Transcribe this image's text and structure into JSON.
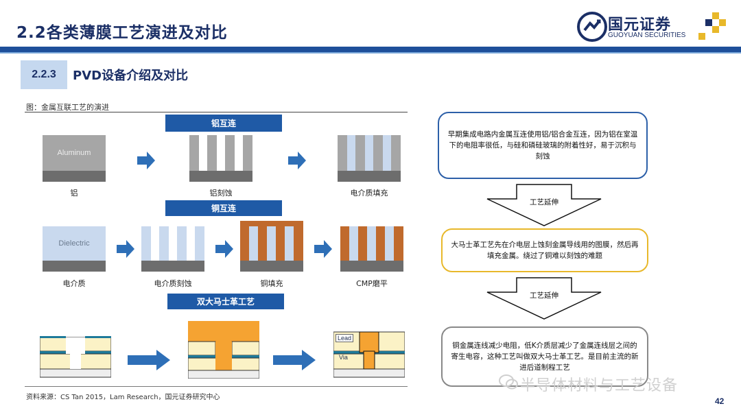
{
  "header": {
    "title": "2.2各类薄膜工艺演进及对比",
    "logo_name": "国元证券",
    "logo_en": "GUOYUAN SECURITIES"
  },
  "section": {
    "number": "2.2.3",
    "title": "PVD设备介绍及对比"
  },
  "figure": {
    "caption": "图：金属互联工艺的演进",
    "row1": {
      "label": "铝互连",
      "steps": [
        "铝",
        "铝刻蚀",
        "电介质填充"
      ],
      "block_text": "Aluminum"
    },
    "row2": {
      "label": "铜互连",
      "steps": [
        "电介质",
        "电介质刻蚀",
        "铜填充",
        "CMP磨平"
      ],
      "block_text": "Dielectric"
    },
    "row3": {
      "label": "双大马士革工艺",
      "annotations": [
        "Lead",
        "Via"
      ]
    }
  },
  "notes": {
    "note1": "早期集成电路内金属互连使用铝/铝合金互连，因为铝在室温下的电阻率很低，与硅和磷硅玻璃的附着性好，易于沉积与刻蚀",
    "arrow1": "工艺延伸",
    "note2": "大马士革工艺先在介电层上蚀刻金属导线用的图膜，然后再填充金属。绕过了铜难以刻蚀的难题",
    "arrow2": "工艺延伸",
    "note3": "铜金属连线减少电阻，低K介质层减少了金属连线层之间的寄生电容，这种工艺叫做双大马士革工艺。是目前主流的新进后道制程工艺"
  },
  "footer": {
    "source": "资料来源：CS Tan 2015，Lam Research，国元证券研究中心",
    "page": "42",
    "watermark": "半导体材料与工艺设备"
  },
  "colors": {
    "brand": "#1e4f9a",
    "dielectric": "#c9d9ee",
    "metal_gray": "#a6a6a6",
    "substrate": "#6d6d6d",
    "copper": "#c06a2d",
    "copper_fill": "#f0a030",
    "note1_border": "#2c5fa8",
    "note2_border": "#e8b82a",
    "note3_border": "#888888"
  }
}
